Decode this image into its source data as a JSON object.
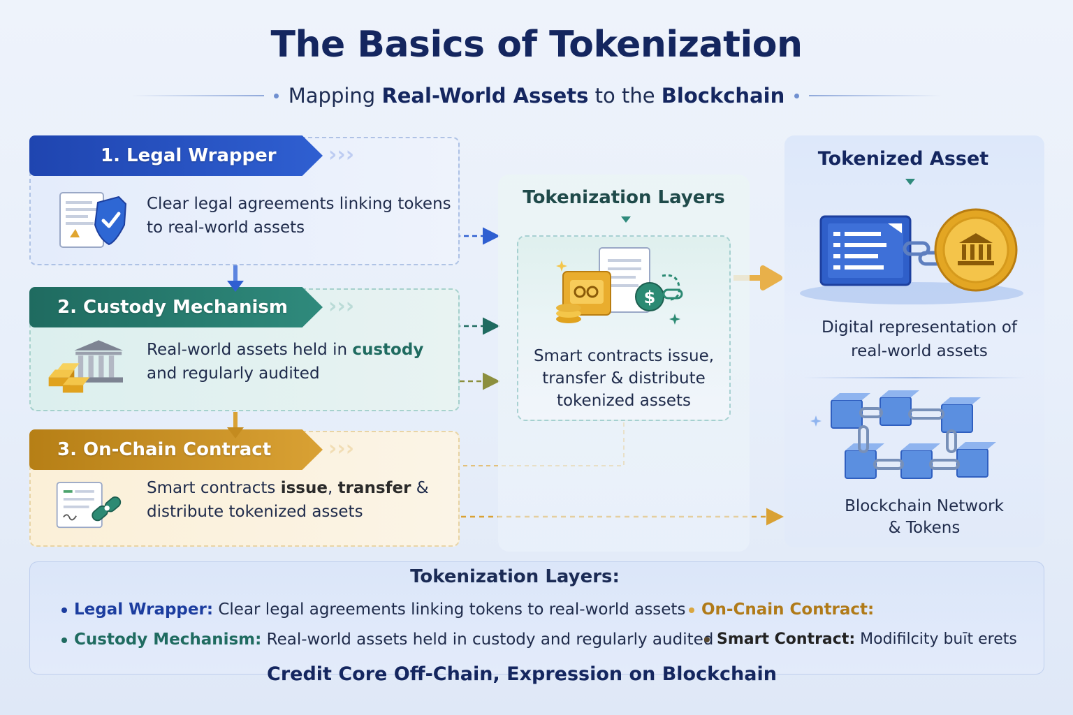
{
  "header": {
    "title": "The Basics of Tokenization",
    "subtitle_pre": "Mapping ",
    "subtitle_b1": "Real-World Assets",
    "subtitle_mid": " to the ",
    "subtitle_b2": "Blockchain"
  },
  "steps": [
    {
      "label": "1. Legal Wrapper",
      "text_line1": "Clear legal agreements linking tokens",
      "text_line2": "to real-world assets",
      "icon": "legal-document-shield-icon"
    },
    {
      "label": "2. Custody Mechanism",
      "text_pre": "Real-world assets held in ",
      "text_bold": "custody",
      "text_line2": "and regularly audited",
      "icon": "bank-gold-bars-icon"
    },
    {
      "label": "3. On-Chain Contract",
      "text_pre": "Smart contracts ",
      "text_b1": "issue",
      "text_sep": ", ",
      "text_b2": "transfer",
      "text_post": " &",
      "text_line2": "distribute tokenized assets",
      "icon": "contract-chain-icon"
    }
  ],
  "middle": {
    "title": "Tokenization Layers",
    "text_line1": "Smart contracts issue,",
    "text_line2": "transfer & distribute",
    "text_line3": "tokenized assets",
    "icon": "asset-document-coin-icon"
  },
  "right": {
    "title": "Tokenized Asset",
    "text1_line1": "Digital representation of",
    "text1_line2": "real-world assets",
    "text2_line1": "Blockchain Network",
    "text2_line2": "& Tokens",
    "icon_top": "digital-token-coin-icon",
    "icon_bottom": "blockchain-blocks-icon"
  },
  "bottom": {
    "title": "Tokenization Layers:",
    "bullets": [
      {
        "key": "Legal Wrapper:",
        "text": " Clear legal agreements linking tokens to real-world assets"
      },
      {
        "key": "On-Cnain Contract:",
        "text": ""
      },
      {
        "key": "Custody Mechanism:",
        "text": " Real-world assets held in custody and regularly audited"
      },
      {
        "key": "Smart Contract:",
        "text": " Modifilcity buīt erets"
      }
    ],
    "footer": "Credit Core Off-Chain, Expression on Blockchain"
  },
  "colors": {
    "step1": "#1f45b0",
    "step2": "#1f6b60",
    "step3": "#c48b1f",
    "title": "#14265f"
  }
}
